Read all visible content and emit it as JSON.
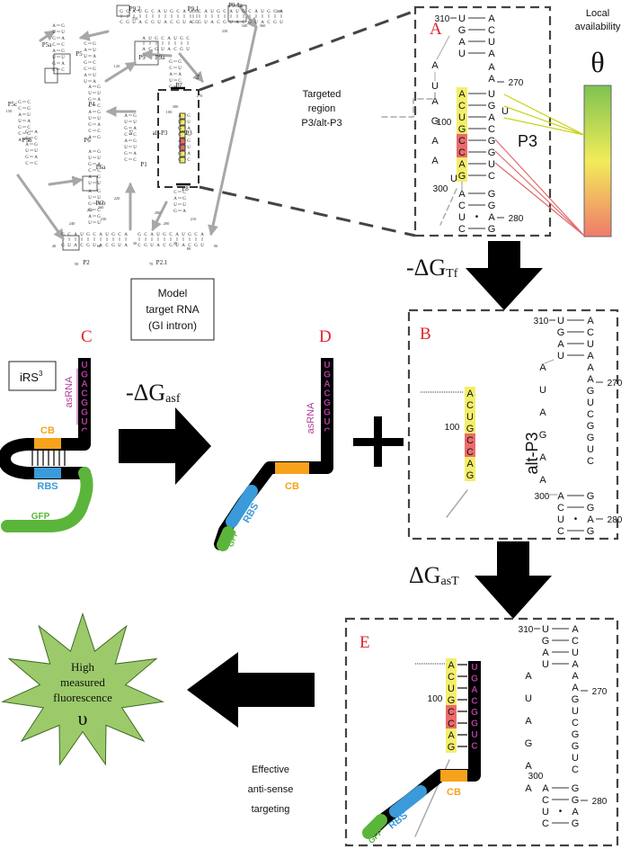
{
  "panels": {
    "A": "A",
    "B": "B",
    "C": "C",
    "D": "D",
    "E": "E"
  },
  "gi_intron": {
    "p_labels": [
      "P9.2",
      "P9.1",
      "P9.1a",
      "P9",
      "P9a",
      "P5a",
      "P5",
      "P4",
      "P6",
      "P5c",
      "P5b",
      "P6a",
      "P6b",
      "P3",
      "P7",
      "P8",
      "P1",
      "P2",
      "P2.1",
      "alt-P3",
      "3'",
      "5'"
    ],
    "numbers": [
      "300",
      "310",
      "330",
      "340",
      "360",
      "380",
      "120",
      "200",
      "210",
      "100",
      "250",
      "260",
      "270",
      "280",
      "220",
      "230",
      "240",
      "150",
      "20",
      "30",
      "40",
      "50",
      "60",
      "70",
      "80",
      "90"
    ]
  },
  "model_box": {
    "line1": "Model",
    "line2": "target RNA",
    "line3": "(GI intron)"
  },
  "targeted_region": {
    "line1": "Targeted",
    "line2": "region",
    "line3": "P3/alt-P3"
  },
  "local_availability": {
    "line1": "Local",
    "line2": "availability",
    "symbol": "θ"
  },
  "stem": {
    "left_top": [
      "U",
      "G",
      "A",
      "U"
    ],
    "right_top": [
      "A",
      "C",
      "U",
      "A"
    ],
    "loop_left": [
      "A",
      "U",
      "A",
      "G",
      "A",
      "A"
    ],
    "target_seq": [
      "A",
      "C",
      "U",
      "G",
      "C",
      "C",
      "A",
      "G"
    ],
    "paired_right_P3": [
      "U",
      "G",
      "A",
      "C",
      "G",
      "G",
      "U",
      "C"
    ],
    "right_column": [
      "A",
      "G",
      "U",
      "C",
      "G",
      "G",
      "U",
      "C"
    ],
    "bottom_left": [
      "A",
      "C",
      "U",
      "C"
    ],
    "bottom_right": [
      "G",
      "G",
      "A",
      "G"
    ],
    "dot": "•",
    "n310": "310",
    "n270": "270",
    "n100": "100",
    "n300": "300",
    "n280": "280"
  },
  "labels": {
    "P3": "P3",
    "altP3": "alt-P3",
    "dGTf_prefix": "-ΔG",
    "dGTf_sub": "Tf",
    "dGasf_prefix": "-ΔG",
    "dGasf_sub": "asf",
    "dGasT_prefix": "ΔG",
    "dGasT_sub": "asT",
    "iRS3_base": "iRS",
    "iRS3_sup": "3",
    "asRNA": "asRNA",
    "asRNA_seq": "UGACGGUC",
    "CB": "CB",
    "RBS": "RBS",
    "GFP": "GFP",
    "plus": "+",
    "fluor_line1": "High",
    "fluor_line2": "measured",
    "fluor_line3": "fluorescence",
    "fluor_symbol": "υ",
    "effective_line1": "Effective",
    "effective_line2": "anti-sense",
    "effective_line3": "targeting"
  },
  "colors": {
    "panel_letter": "#e0262a",
    "dashed_box": "#444444",
    "cb": "#f7a21b",
    "rbs": "#3b9ad9",
    "gfp": "#5bb53b",
    "asrna": "#b03c9c",
    "hl_yellow": "#f3ee6a",
    "hl_red": "#ec6b6b",
    "star_fill": "#9cca6a",
    "gradient_top": "#7ec34f",
    "gradient_mid": "#f2ec5a",
    "gradient_bottom": "#f07a6c",
    "gray_arrow": "#a7a7a7",
    "yellow_line": "#c9d313",
    "red_line": "#e06a6a"
  }
}
